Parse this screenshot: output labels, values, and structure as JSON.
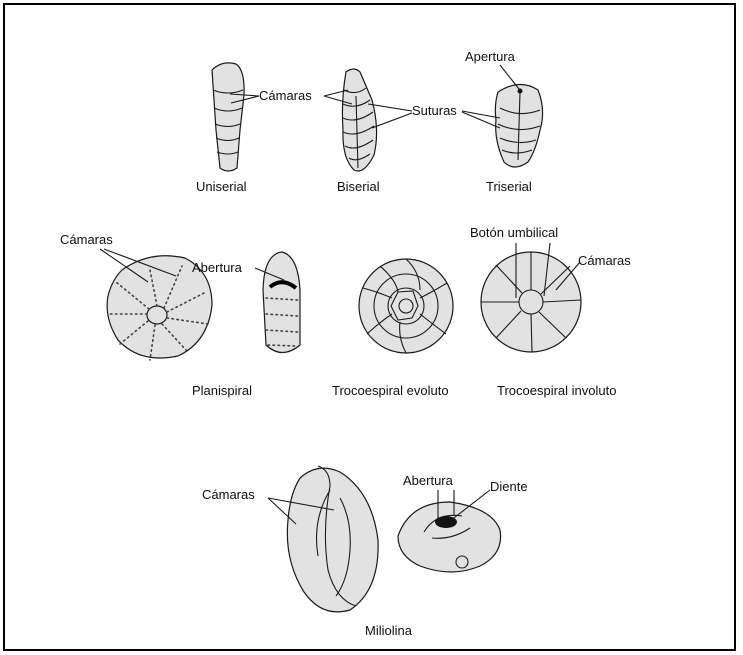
{
  "labels": {
    "camaras": "Cámaras",
    "suturas": "Suturas",
    "apertura": "Apertura",
    "abertura": "Abertura",
    "boton_umbilical": "Botón umbilical",
    "diente": "Diente"
  },
  "captions": {
    "uniserial": "Uniserial",
    "biserial": "Biserial",
    "triserial": "Triserial",
    "planispiral": "Planispiral",
    "trocoespiral_evoluto": "Trocoespiral evoluto",
    "trocoespiral_involuto": "Trocoespiral involuto",
    "miliolina": "Miliolina"
  }
}
